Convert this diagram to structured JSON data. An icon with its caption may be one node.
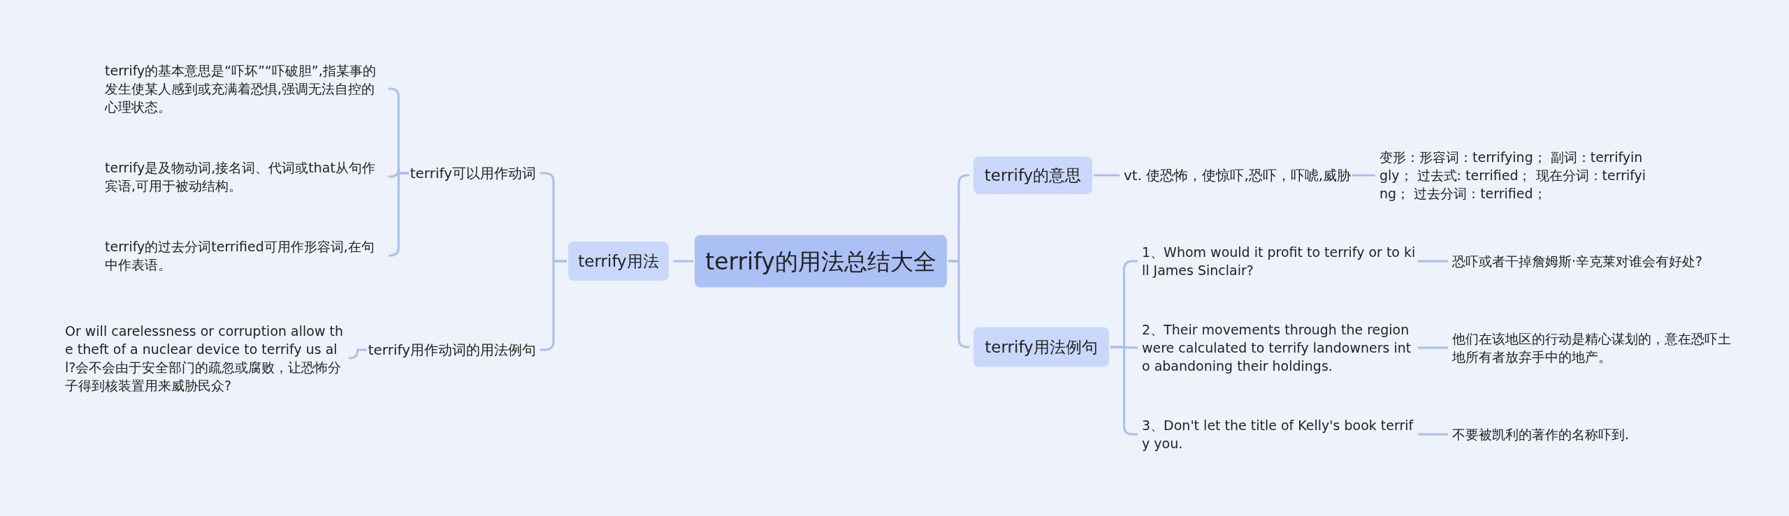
{
  "diagram": {
    "nodes": [
      {
        "text": [
          "terrify的用法总结大全"
        ]
      },
      {
        "text": [
          "terrify用法"
        ]
      },
      {
        "text": [
          "terrify可以用作动词"
        ]
      },
      {
        "text": [
          "terrify的基本意思是“吓坏”“吓破胆”,指某事的发生使某人感到或充满着恐惧,强调无法自控的心理状态。"
        ]
      },
      {
        "text": [
          "terrify是及物动词,接名词、代词或that从句作宾语,可用于被动结构。"
        ]
      },
      {
        "text": [
          "terrify的过去分词terrified可用作形容词,在句中作表语。"
        ]
      },
      {
        "text": [
          "terrify用作动词的用法例句"
        ]
      },
      {
        "text": [
          "Or will carelessness or corruption allow the theft of a nuclear device to terrify us all?会不会由于安全部门的疏忽或腐败，让恐怖分子得到核装置用来威胁民众?"
        ]
      },
      {
        "text": [
          "terrify的意思"
        ]
      },
      {
        "text": [
          "vt. 使恐怖，使惊吓,恐吓，吓唬,威胁"
        ]
      },
      {
        "text": [
          "变形：形容词：terrifying；  副词：terrifyingly；  过去式: terrified；  现在分词：terrifying；  过去分词：terrified；"
        ]
      },
      {
        "text": [
          "terrify用法例句"
        ]
      },
      {
        "text": [
          "1、Whom would it profit to terrify or to kill James Sinclair?"
        ]
      },
      {
        "text": [
          "恐吓或者干掉詹姆斯·辛克莱对谁会有好处?"
        ]
      },
      {
        "text": [
          "2、Their movements through the region were calculated to terrify landowners into abandoning their holdings."
        ]
      },
      {
        "text": [
          "他们在该地区的行动是精心谋划的，意在恐吓土地所有者放弃手中的地产。"
        ]
      },
      {
        "text": [
          "3、Don't let the title of Kelly's book terrify you."
        ]
      },
      {
        "text": [
          "不要被凯利的著作的名称吓到."
        ]
      }
    ],
    "edges": [
      {
        "from": 0,
        "to": 1,
        "arrow": "none"
      },
      {
        "from": 1,
        "to": 2,
        "arrow": "none"
      },
      {
        "from": 2,
        "to": 3,
        "arrow": "none"
      },
      {
        "from": 2,
        "to": 4,
        "arrow": "none"
      },
      {
        "from": 2,
        "to": 5,
        "arrow": "none"
      },
      {
        "from": 1,
        "to": 6,
        "arrow": "none"
      },
      {
        "from": 6,
        "to": 7,
        "arrow": "none"
      },
      {
        "from": 0,
        "to": 8,
        "arrow": "none"
      },
      {
        "from": 8,
        "to": 9,
        "arrow": "none"
      },
      {
        "from": 9,
        "to": 10,
        "arrow": "none"
      },
      {
        "from": 0,
        "to": 11,
        "arrow": "none"
      },
      {
        "from": 11,
        "to": 12,
        "arrow": "none"
      },
      {
        "from": 12,
        "to": 13,
        "arrow": "none"
      },
      {
        "from": 11,
        "to": 14,
        "arrow": "none"
      },
      {
        "from": 14,
        "to": 15,
        "arrow": "none"
      },
      {
        "from": 11,
        "to": 16,
        "arrow": "none"
      },
      {
        "from": 16,
        "to": 17,
        "arrow": "none"
      }
    ]
  }
}
